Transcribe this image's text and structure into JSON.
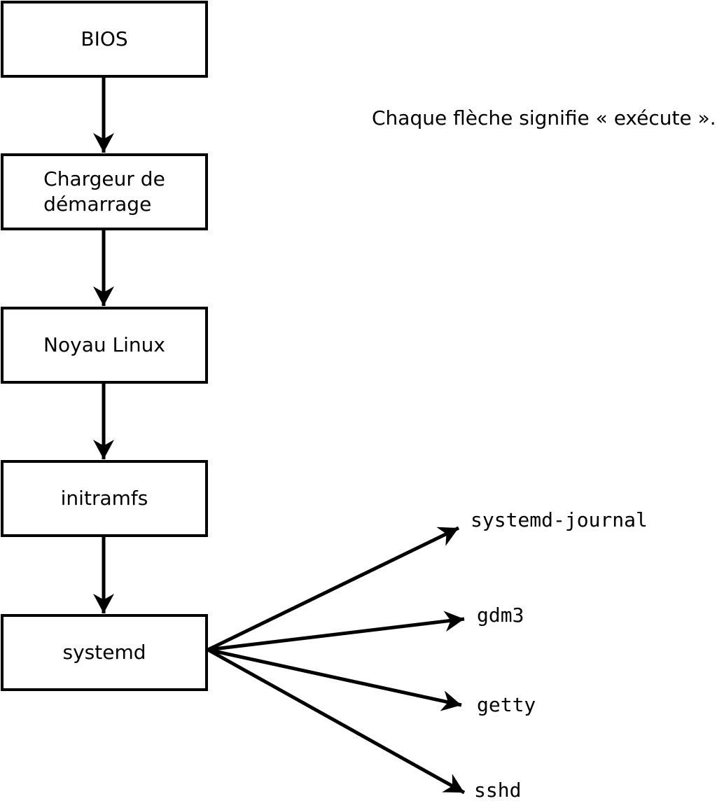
{
  "colors": {
    "ink": "#000000",
    "box_fill": "#ffffff",
    "background": "#ffffff"
  },
  "caption": {
    "text": "Chaque flèche signifie « exécute »."
  },
  "flow_boxes": [
    {
      "id": "bios",
      "lines": [
        "BIOS"
      ]
    },
    {
      "id": "bootloader",
      "lines": [
        "Chargeur de",
        "démarrage"
      ]
    },
    {
      "id": "kernel",
      "lines": [
        "Noyau Linux"
      ]
    },
    {
      "id": "initramfs",
      "lines": [
        "initramfs"
      ]
    },
    {
      "id": "systemd",
      "lines": [
        "systemd"
      ]
    }
  ],
  "spawned_processes": [
    {
      "label": "systemd-journal"
    },
    {
      "label": "gdm3"
    },
    {
      "label": "getty"
    },
    {
      "label": "sshd"
    }
  ]
}
